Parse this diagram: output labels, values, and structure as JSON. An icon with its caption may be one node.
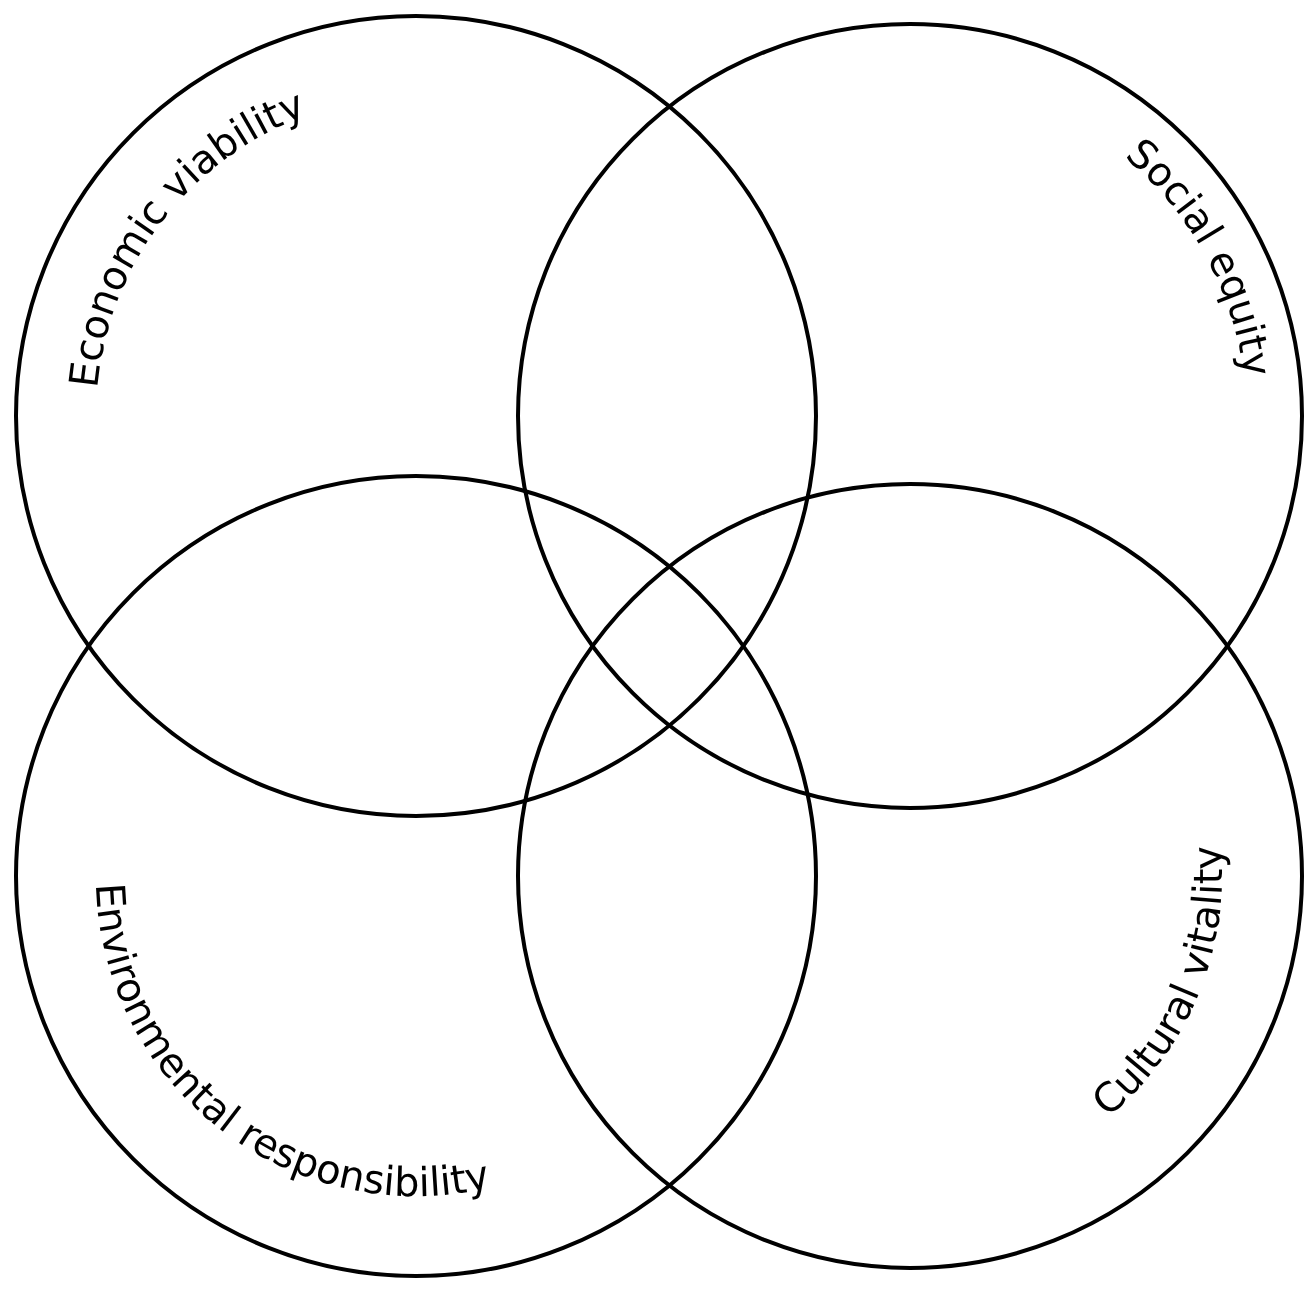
{
  "diagram": {
    "nodes": [
      {
        "text": [
          "Economic viability"
        ]
      },
      {
        "text": [
          "Social equity"
        ]
      },
      {
        "text": [
          "Environmental responsibility"
        ]
      },
      {
        "text": [
          "Cultural vitality"
        ]
      }
    ]
  }
}
